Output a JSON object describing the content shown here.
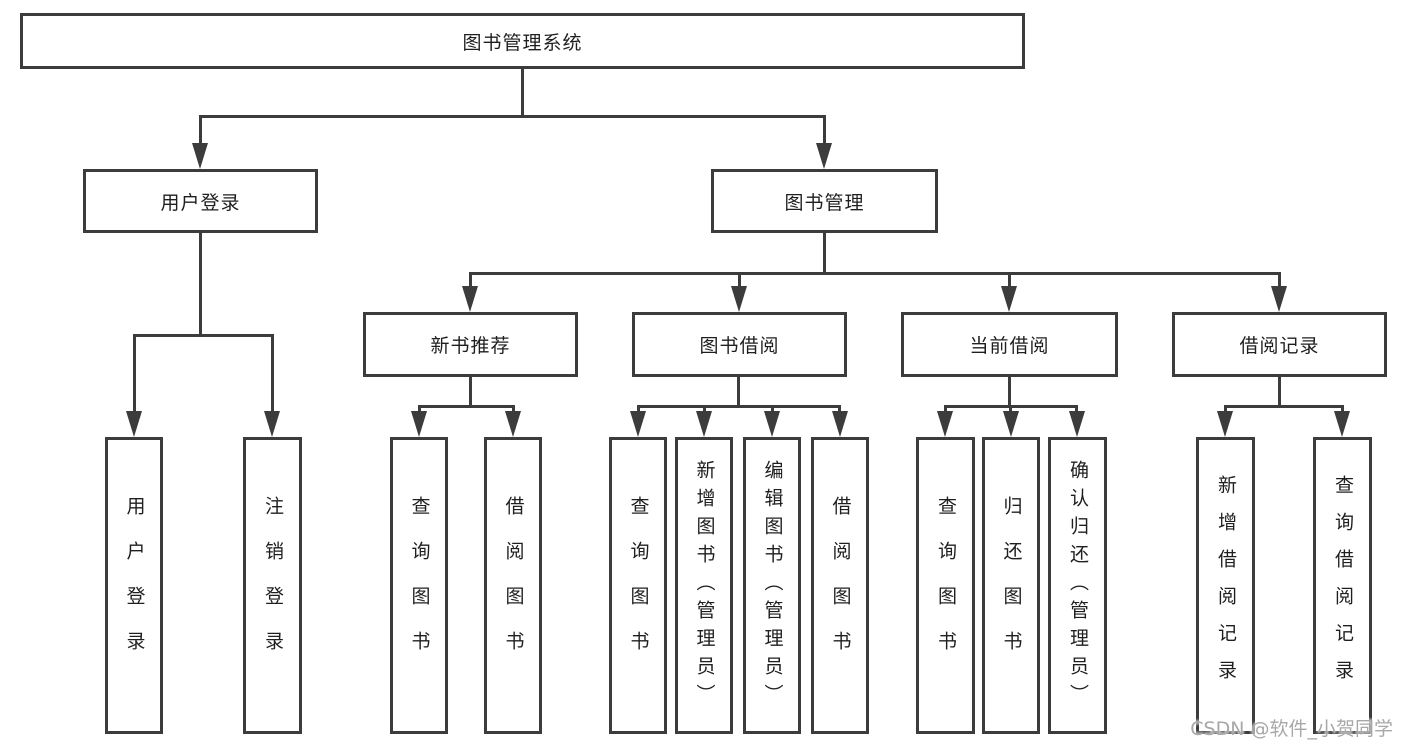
{
  "tree": {
    "root": {
      "label": "图书管理系统"
    },
    "branches": [
      {
        "label": "用户登录",
        "children": [
          {
            "label": "用户登录"
          },
          {
            "label": "注销登录"
          }
        ]
      },
      {
        "label": "图书管理",
        "children": [
          {
            "label": "新书推荐",
            "children": [
              {
                "label": "查询图书"
              },
              {
                "label": "借阅图书"
              }
            ]
          },
          {
            "label": "图书借阅",
            "children": [
              {
                "label": "查询图书"
              },
              {
                "label": "新增图书（管理员）"
              },
              {
                "label": "编辑图书（管理员）"
              },
              {
                "label": "借阅图书"
              }
            ]
          },
          {
            "label": "当前借阅",
            "children": [
              {
                "label": "查询图书"
              },
              {
                "label": "归还图书"
              },
              {
                "label": "确认归还（管理员）"
              }
            ]
          },
          {
            "label": "借阅记录",
            "children": [
              {
                "label": "新增借阅记录"
              },
              {
                "label": "查询借阅记录"
              }
            ]
          }
        ]
      }
    ]
  },
  "watermark": {
    "text": "CSDN @软件_小贺同学"
  },
  "colors": {
    "line": "#3c3c3c",
    "box_border": "#3c3c3c",
    "box_background": "#ffffff",
    "text": "#1f1f1f",
    "watermark": "#a8a8a8",
    "page_background": "#ffffff"
  }
}
